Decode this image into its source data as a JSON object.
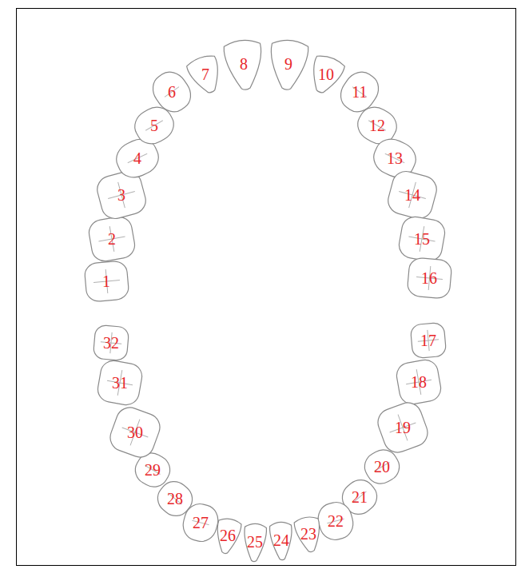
{
  "diagram": {
    "nodes": [
      {
        "text": [
          "1"
        ]
      },
      {
        "text": [
          "2"
        ]
      },
      {
        "text": [
          "3"
        ]
      },
      {
        "text": [
          "4"
        ]
      },
      {
        "text": [
          "5"
        ]
      },
      {
        "text": [
          "6"
        ]
      },
      {
        "text": [
          "7"
        ]
      },
      {
        "text": [
          "8"
        ]
      },
      {
        "text": [
          "9"
        ]
      },
      {
        "text": [
          "10"
        ]
      },
      {
        "text": [
          "11"
        ]
      },
      {
        "text": [
          "12"
        ]
      },
      {
        "text": [
          "13"
        ]
      },
      {
        "text": [
          "14"
        ]
      },
      {
        "text": [
          "15"
        ]
      },
      {
        "text": [
          "16"
        ]
      },
      {
        "text": [
          "17"
        ]
      },
      {
        "text": [
          "18"
        ]
      },
      {
        "text": [
          "19"
        ]
      },
      {
        "text": [
          "20"
        ]
      },
      {
        "text": [
          "21"
        ]
      },
      {
        "text": [
          "22"
        ]
      },
      {
        "text": [
          "23"
        ]
      },
      {
        "text": [
          "24"
        ]
      },
      {
        "text": [
          "25"
        ]
      },
      {
        "text": [
          "26"
        ]
      },
      {
        "text": [
          "27"
        ]
      },
      {
        "text": [
          "28"
        ]
      },
      {
        "text": [
          "29"
        ]
      },
      {
        "text": [
          "30"
        ]
      },
      {
        "text": [
          "31"
        ]
      },
      {
        "text": [
          "32"
        ]
      }
    ]
  }
}
